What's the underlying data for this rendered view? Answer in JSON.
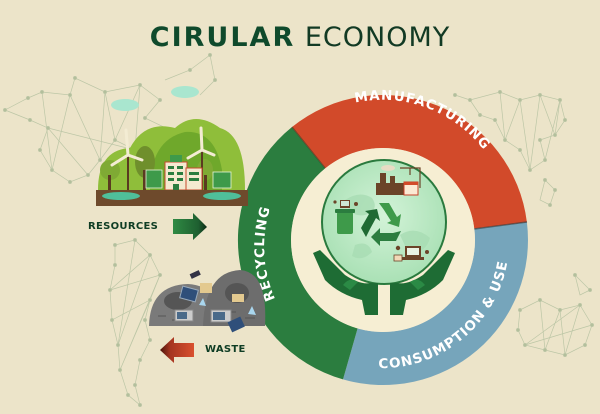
{
  "title": {
    "bold": "CIRULAR",
    "light": "ECONOMY"
  },
  "colors": {
    "background": "#ece4c9",
    "title": "#0f4a2c",
    "manufacturing": "#d24a2a",
    "consumption": "#76a5bb",
    "recycling": "#2b7d3f",
    "inner_disk": "#f6eed3",
    "globe": "#bfe9c7",
    "hands": "#1e6c34",
    "network": "#b8c3a4",
    "resources_arrow": "#2c7e3c",
    "waste_arrow": "#c9432a"
  },
  "cycle": {
    "stages": [
      {
        "name": "manufacturing",
        "label": "MANUFACTURING"
      },
      {
        "name": "consumption",
        "label": "CONSUMPTION & USE"
      },
      {
        "name": "recycling",
        "label": "RECYCLING"
      }
    ],
    "center_icons": [
      "recycle-icon",
      "factory-icon",
      "recycling-bin-icon",
      "laptop-icon",
      "hands-icon",
      "globe-icon"
    ]
  },
  "flows": {
    "resources": {
      "label": "RESOURCES",
      "direction": "right"
    },
    "waste": {
      "label": "WASTE",
      "direction": "left"
    }
  },
  "illustrations": [
    "green-city-illustration",
    "landfill-illustration",
    "world-network-map"
  ]
}
